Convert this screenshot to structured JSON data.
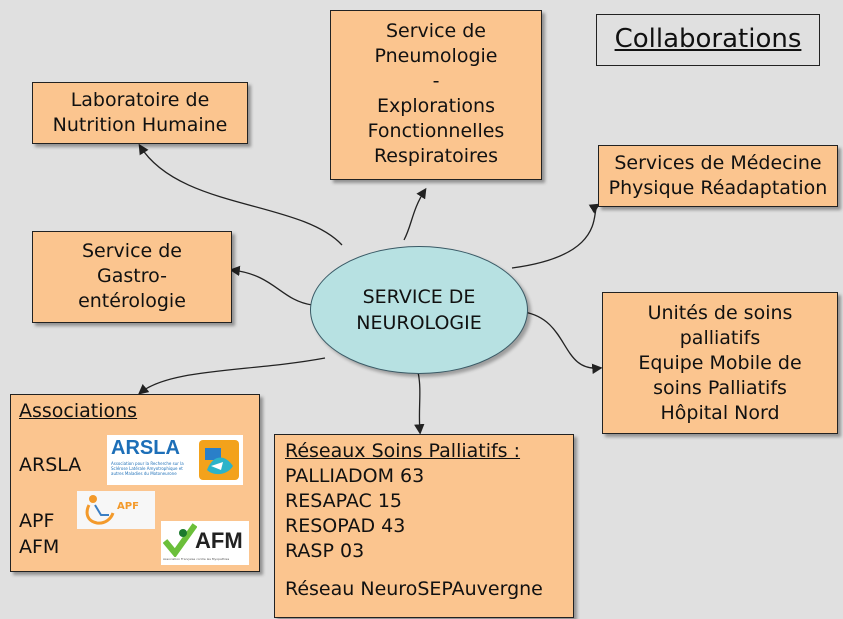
{
  "title": "Collaborations",
  "center": {
    "lines": [
      "SERVICE DE",
      "NEUROLOGIE"
    ]
  },
  "boxes": {
    "pneumo": [
      "Service de",
      "Pneumologie",
      "-",
      "Explorations",
      "Fonctionnelles",
      "Respiratoires"
    ],
    "nutrition": [
      "Laboratoire de",
      "Nutrition Humaine"
    ],
    "medecine": [
      "Services de Médecine",
      "Physique Réadaptation"
    ],
    "gastro": [
      "Service de",
      "Gastro-",
      "entérologie"
    ],
    "palliatifs": [
      "Unités de soins",
      "palliatifs",
      "Equipe Mobile de",
      "soins Palliatifs",
      "Hôpital Nord"
    ]
  },
  "associations": {
    "heading": "Associations",
    "items": [
      "ARSLA",
      "APF",
      "AFM"
    ],
    "logos": {
      "arsla": {
        "text": "ARSLA",
        "caption": "Association pour la Recherche sur la Sclérose Latérale Amyotrophique et autres Maladies du Motoneurone"
      },
      "apf": {
        "text": "APF"
      },
      "afm": {
        "text": "AFM",
        "caption": "Association Française contre les Myopathies"
      }
    }
  },
  "reseaux": {
    "heading": "Réseaux  Soins Palliatifs :",
    "items": [
      "PALLIADOM 63",
      "RESAPAC 15",
      "RESOPAD 43",
      "RASP 03"
    ],
    "footer": "Réseau NeuroSEPAuvergne"
  },
  "colors": {
    "box": "#fbc58f",
    "center": "#b7e1e2",
    "background": "#e0e0e0"
  }
}
